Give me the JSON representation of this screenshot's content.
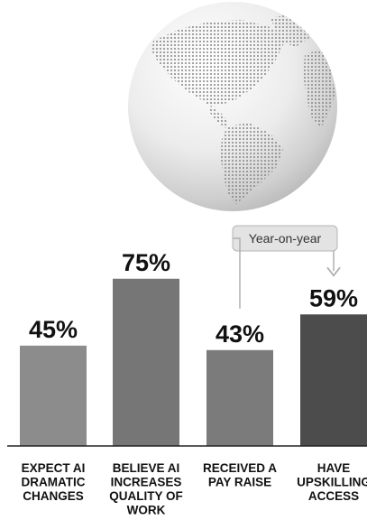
{
  "chart_data": {
    "type": "bar",
    "categories": [
      [
        "EXPECT AI",
        "DRAMATIC",
        "CHANGES"
      ],
      [
        "BELIEVE AI",
        "INCREASES",
        "QUALITY OF",
        "WORK"
      ],
      [
        "RECEIVED A",
        "PAY RAISE"
      ],
      [
        "HAVE",
        "UPSKILLING",
        "ACCESS"
      ]
    ],
    "values": [
      45,
      75,
      43,
      59
    ],
    "value_labels": [
      "45%",
      "75%",
      "43%",
      "59%"
    ],
    "annotation": {
      "text": "Year-on-year",
      "from_category_index": 2,
      "to_category_index": 3
    },
    "bar_colors": [
      "#8c8c8c",
      "#767676",
      "#7b7b7b",
      "#4c4c4c"
    ],
    "ylim": [
      0,
      100
    ],
    "grid": false,
    "legend": "none"
  },
  "illustration": {
    "icon": "dotted-globe-icon"
  }
}
